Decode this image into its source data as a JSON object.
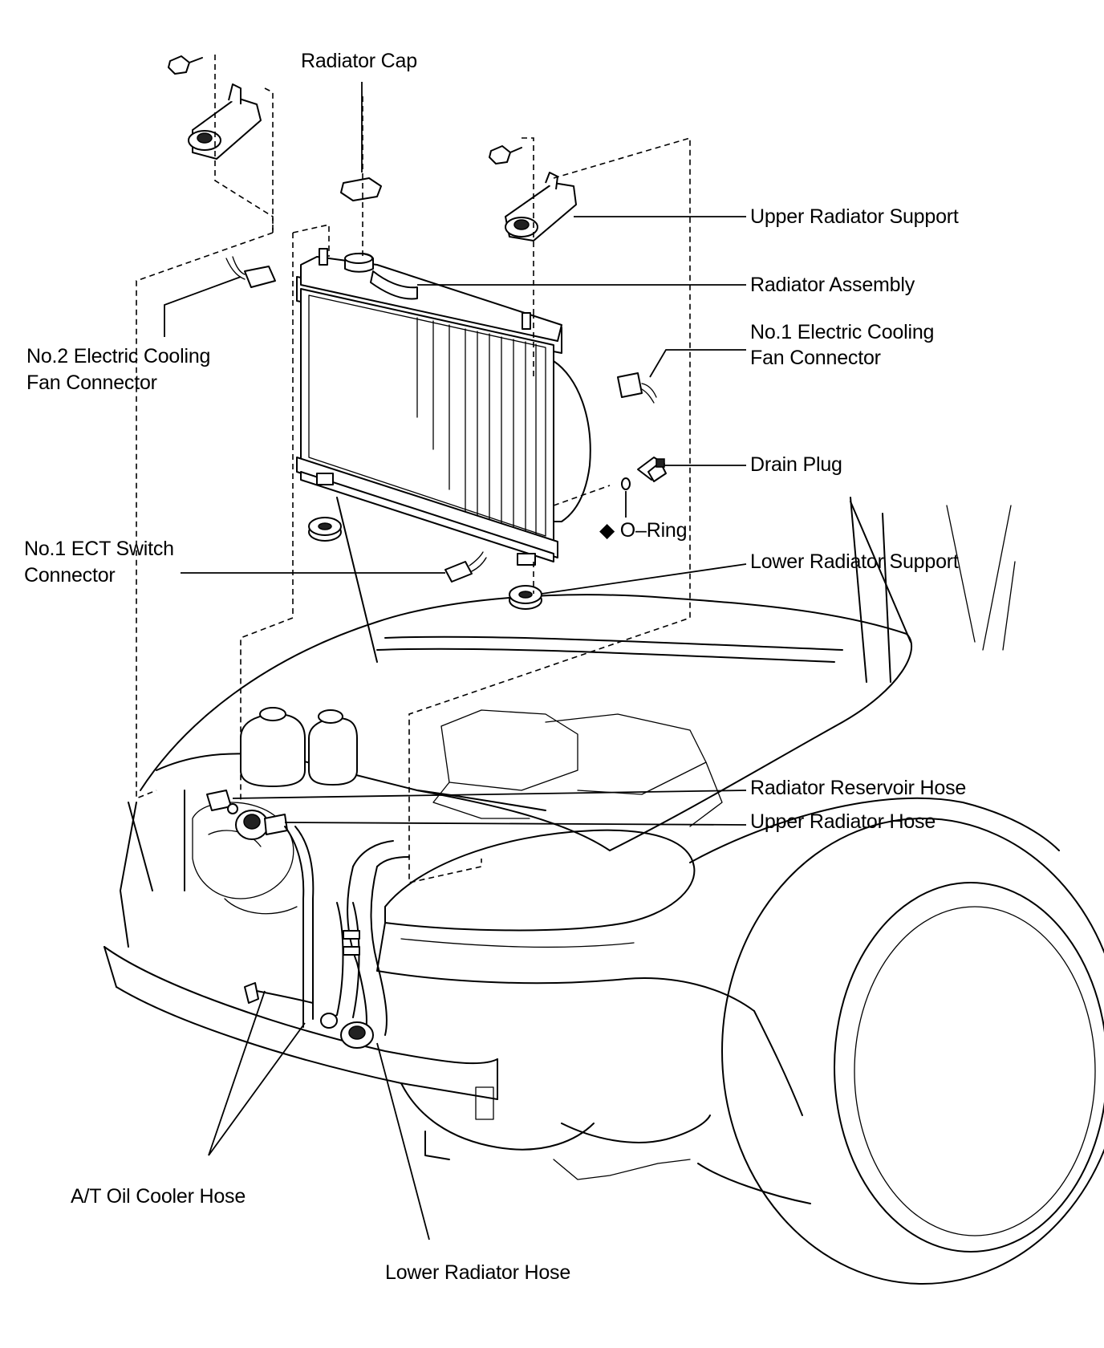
{
  "labels": {
    "radiator_cap": "Radiator Cap",
    "upper_radiator_support": "Upper Radiator Support",
    "radiator_assembly": "Radiator Assembly",
    "no1_fan_connector_line1": "No.1 Electric Cooling",
    "no1_fan_connector_line2": "Fan Connector",
    "no2_fan_connector_line1": "No.2 Electric Cooling",
    "no2_fan_connector_line2": "Fan Connector",
    "drain_plug": "Drain Plug",
    "o_ring": "◆ O–Ring",
    "no1_ect_line1": "No.1 ECT Switch",
    "no1_ect_line2": "Connector",
    "lower_radiator_support": "Lower Radiator Support",
    "radiator_reservoir_hose": "Radiator Reservoir Hose",
    "upper_radiator_hose": "Upper Radiator Hose",
    "at_oil_cooler_hose": "A/T Oil Cooler Hose",
    "lower_radiator_hose": "Lower Radiator Hose"
  }
}
